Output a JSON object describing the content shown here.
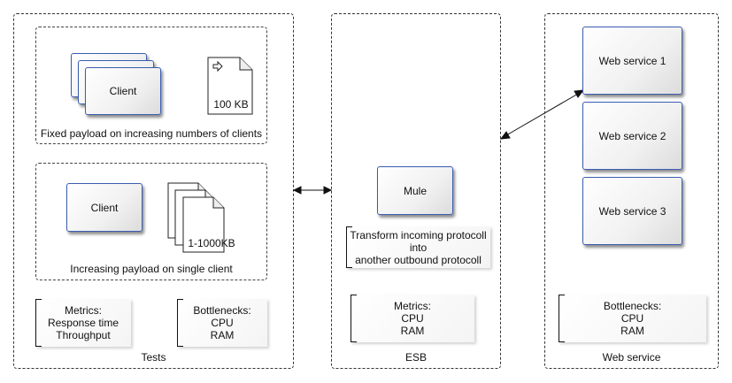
{
  "tests": {
    "label": "Tests",
    "group1": {
      "client_label": "Client",
      "payload_label": "100 KB",
      "caption": "Fixed payload on increasing numbers of clients"
    },
    "group2": {
      "client_label": "Client",
      "payload_label": "1-1000KB",
      "caption": "Increasing payload on single client"
    },
    "metrics": {
      "title": "Metrics:",
      "line1": "Response time",
      "line2": "Throughput"
    },
    "bottlenecks": {
      "title": "Bottlenecks:",
      "line1": "CPU",
      "line2": "RAM"
    }
  },
  "esb": {
    "label": "ESB",
    "mule_label": "Mule",
    "transform": {
      "line1": "Transform incoming protocoll",
      "line2": "into",
      "line3": "another outbound protocoll"
    },
    "metrics": {
      "title": "Metrics:",
      "line1": "CPU",
      "line2": "RAM"
    }
  },
  "webservice": {
    "label": "Web service",
    "services": [
      "Web service 1",
      "Web service 2",
      "Web service 3"
    ],
    "bottlenecks": {
      "title": "Bottlenecks:",
      "line1": "CPU",
      "line2": "RAM"
    }
  },
  "icons": {
    "document": "document-icon",
    "arrow": "arrow-right-icon"
  }
}
